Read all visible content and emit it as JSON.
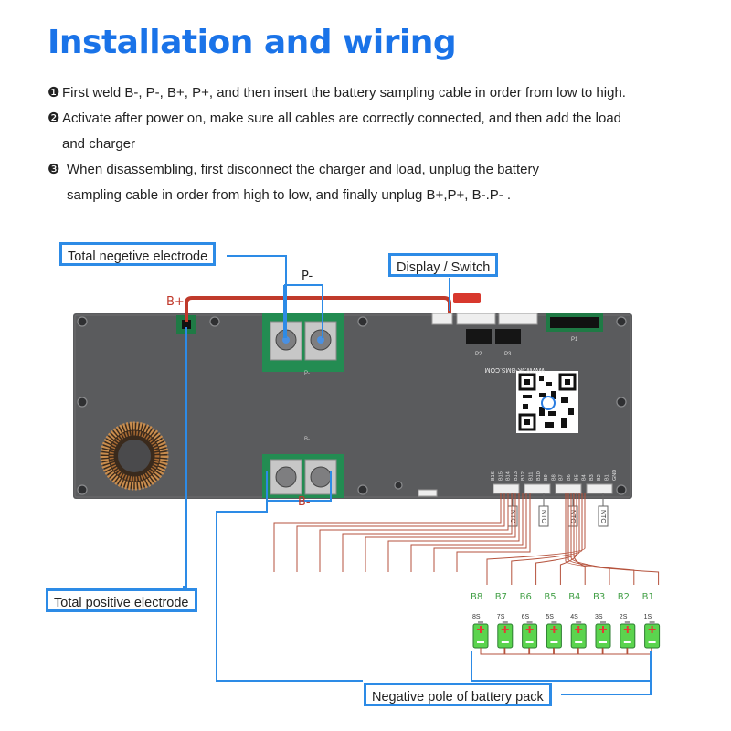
{
  "title": "Installation and wiring",
  "steps": [
    {
      "num": "❶",
      "lines": [
        "First weld B-, P-, B+, P+, and then insert the battery sampling cable in order from low to high."
      ]
    },
    {
      "num": "❷",
      "lines": [
        "Activate after power on, make sure all cables are correctly connected, and then add the load",
        "and charger"
      ]
    },
    {
      "num": "❸",
      "lines": [
        "When disassembling, first disconnect the charger and load, unplug the battery",
        "sampling cable in order from high to low, and finally unplug B+,P+, B-.P- ."
      ]
    }
  ],
  "callouts": {
    "total_negative": "Total negetive electrode",
    "display_switch": "Display / Switch",
    "total_positive": "Total positive electrode",
    "negative_pole": "Negative pole of battery pack"
  },
  "terminals": {
    "b_plus": "B+",
    "p_minus": "P-",
    "b_minus": "B-"
  },
  "board": {
    "website": "WWW.JK-BMS.COM",
    "ntc_label": "NTC",
    "connector_labels": [
      "P2",
      "P3",
      "P1"
    ],
    "pin_labels": [
      "B16",
      "B15",
      "B14",
      "B13",
      "B12",
      "B11",
      "B10",
      "B9",
      "B8",
      "B7",
      "B6",
      "B5",
      "B4",
      "B3",
      "B2",
      "B1",
      "GND"
    ],
    "pad_labels": [
      "P-",
      "B-"
    ]
  },
  "battery_groups": [
    "B8",
    "B7",
    "B6",
    "B5",
    "B4",
    "B3",
    "B2",
    "B1"
  ],
  "cells": [
    "8S",
    "7S",
    "6S",
    "5S",
    "4S",
    "3S",
    "2S",
    "1S"
  ],
  "colors": {
    "accent": "#1a73e8",
    "callout_border": "#2d8be6",
    "group_label": "#43a047",
    "wire": "#b5523c",
    "cell_green": "#5bd44e",
    "cell_red": "#e53935"
  }
}
